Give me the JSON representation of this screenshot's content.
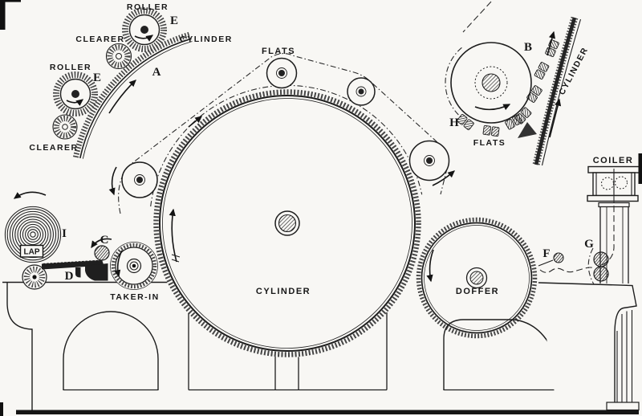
{
  "colors": {
    "paper": "#f8f7f4",
    "ink": "#1d1d1d",
    "fuzz": "#454545"
  },
  "labels": {
    "flats": "FLATS",
    "cylinder": "CYLINDER",
    "taker_in": "TAKER-IN",
    "doffer": "DOFFER",
    "coiler": "COILER",
    "lap": "LAP",
    "letters": {
      "a": "A",
      "b": "B",
      "c": "C",
      "d": "D",
      "e1": "E",
      "e2": "E",
      "f": "F",
      "g": "G",
      "h": "H",
      "i": "I"
    },
    "inset1": {
      "roller_top": "ROLLER",
      "clearer_top": "CLEARER",
      "cylinder": "CYLINDER",
      "roller_left": "ROLLER",
      "clearer_bottom": "CLEARER"
    },
    "inset2": {
      "flats": "FLATS",
      "cylinder": "CYLINDER"
    }
  }
}
